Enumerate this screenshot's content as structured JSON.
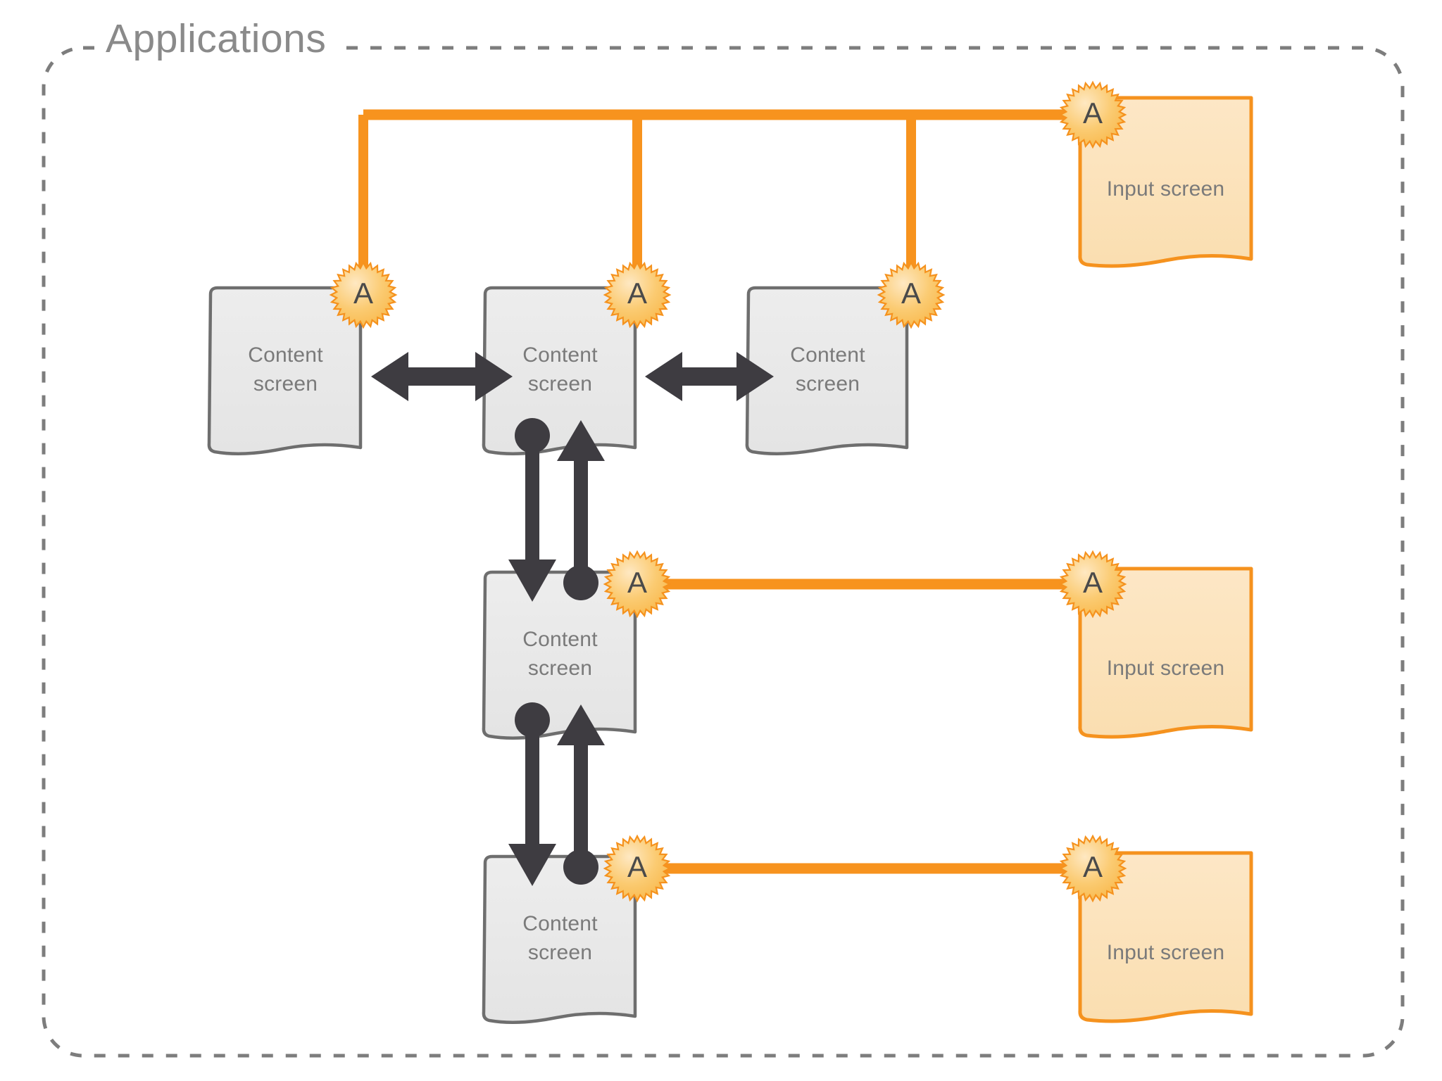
{
  "page": {
    "title": "Applications",
    "background": "#ffffff",
    "border_style": "dashed-rounded",
    "border_color": "#7d7d7d"
  },
  "colors": {
    "orange_line": "#F7931E",
    "orange_border": "#F5921E",
    "input_fill": "#FCE3BB",
    "content_fill": "#EAEAEA",
    "content_border": "#6E6E6E",
    "arrow_gray": "#3E3C41",
    "badge_fill": "#FBC96D",
    "badge_fill_light": "#FEE2AE",
    "badge_letter_color": "#4a4a4a",
    "label_color": "#7a7a7a",
    "title_color": "#8a8a8a"
  },
  "nodes": {
    "content_screens": [
      {
        "id": "content-1",
        "label": "Content\nscreen",
        "row": 1,
        "col": 1
      },
      {
        "id": "content-2",
        "label": "Content\nscreen",
        "row": 1,
        "col": 2
      },
      {
        "id": "content-3",
        "label": "Content\nscreen",
        "row": 1,
        "col": 3
      },
      {
        "id": "content-4",
        "label": "Content\nscreen",
        "row": 2,
        "col": 2
      },
      {
        "id": "content-5",
        "label": "Content\nscreen",
        "row": 3,
        "col": 2
      }
    ],
    "input_screens": [
      {
        "id": "input-1",
        "label": "Input screen",
        "row": 1
      },
      {
        "id": "input-2",
        "label": "Input screen",
        "row": 2
      },
      {
        "id": "input-3",
        "label": "Input screen",
        "row": 3
      }
    ]
  },
  "badges": [
    {
      "id": "badge-input-1",
      "letter": "A",
      "attached_to": "input-1"
    },
    {
      "id": "badge-content-1",
      "letter": "A",
      "attached_to": "content-1"
    },
    {
      "id": "badge-content-2",
      "letter": "A",
      "attached_to": "content-2"
    },
    {
      "id": "badge-content-3",
      "letter": "A",
      "attached_to": "content-3"
    },
    {
      "id": "badge-content-4",
      "letter": "A",
      "attached_to": "content-4"
    },
    {
      "id": "badge-input-2",
      "letter": "A",
      "attached_to": "input-2"
    },
    {
      "id": "badge-content-5",
      "letter": "A",
      "attached_to": "content-5"
    },
    {
      "id": "badge-input-3",
      "letter": "A",
      "attached_to": "input-3"
    }
  ],
  "connectors": {
    "orange_bus": {
      "description": "horizontal orange bus connecting input-1 to content-1, content-2, content-3",
      "branches": 3
    },
    "orange_links": [
      {
        "from": "content-4",
        "to": "input-2"
      },
      {
        "from": "content-5",
        "to": "input-3"
      }
    ],
    "gray_double_arrows": [
      {
        "from": "content-1",
        "to": "content-2",
        "type": "bidirectional"
      },
      {
        "from": "content-2",
        "to": "content-3",
        "type": "bidirectional"
      }
    ],
    "gray_vertical_pairs": [
      {
        "from": "content-2",
        "to": "content-4",
        "type": "call-return"
      },
      {
        "from": "content-4",
        "to": "content-5",
        "type": "call-return"
      }
    ]
  }
}
